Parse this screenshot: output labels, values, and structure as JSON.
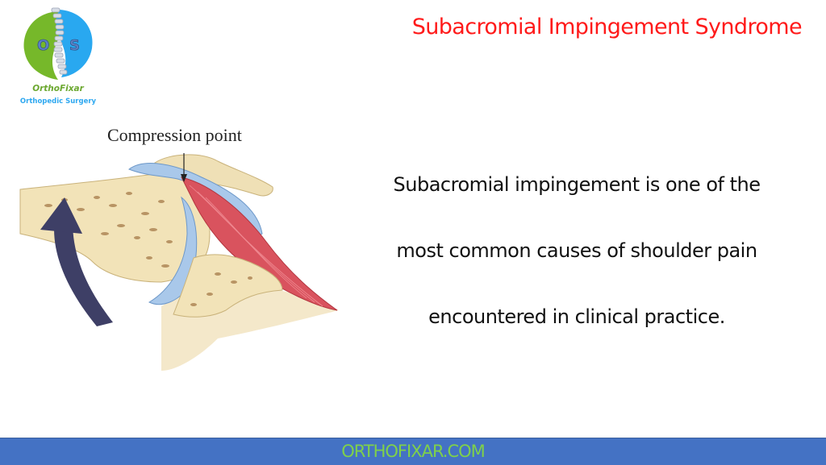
{
  "logo": {
    "brand": "OrthoFixar",
    "tagline": "Orthopedic Surgery",
    "left_letter": "O",
    "right_letter": "S",
    "colors": {
      "left": "#76b82a",
      "right": "#29a8f0"
    }
  },
  "header": {
    "title": "Subacromial Impingement Syndrome",
    "title_color": "#ff1a1a"
  },
  "figure": {
    "caption": "Compression point",
    "description": "Shoulder anatomy illustration showing humeral head impinging rotator cuff tendon under acromion, with upward arrow"
  },
  "body": {
    "lines": [
      "Subacromial impingement is one of the",
      "most common causes of shoulder pain",
      "encountered in clinical practice."
    ]
  },
  "footer": {
    "text": "ORTHOFIXAR.COM",
    "bg_color": "#4472c4",
    "text_color": "#7fd14a"
  }
}
